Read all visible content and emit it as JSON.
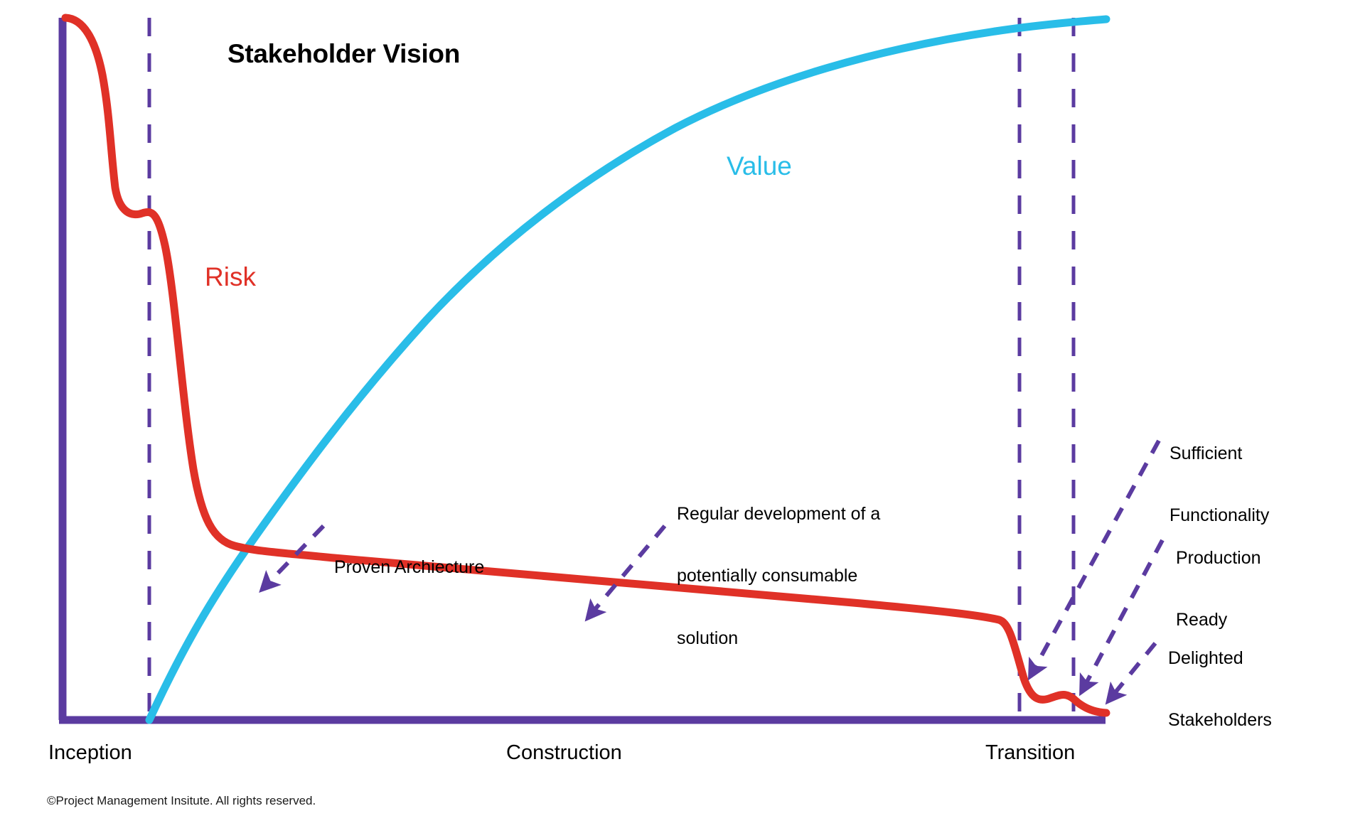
{
  "title": "Stakeholder Vision",
  "copyright": "©Project Management Insitute. All rights reserved.",
  "colors": {
    "risk": "#e03127",
    "value": "#29bde8",
    "axis": "#5b3ba0",
    "annotation": "#5b3ba0",
    "text": "#000000",
    "background": "#ffffff"
  },
  "series_labels": {
    "risk": "Risk",
    "value": "Value"
  },
  "phase_labels": [
    {
      "name": "inception",
      "text": "Inception"
    },
    {
      "name": "construction",
      "text": "Construction"
    },
    {
      "name": "transition",
      "text": "Transition"
    }
  ],
  "annotations": [
    {
      "name": "proven-architecture",
      "lines": [
        "Proven Archiecture"
      ]
    },
    {
      "name": "regular-development",
      "lines": [
        "Regular development of a",
        "potentially consumable",
        "solution"
      ]
    },
    {
      "name": "sufficient-functionality",
      "lines": [
        "Sufficient",
        "Functionality"
      ]
    },
    {
      "name": "production-ready",
      "lines": [
        "Production",
        "Ready"
      ]
    },
    {
      "name": "delighted-stakeholders",
      "lines": [
        "Delighted",
        "Stakeholders"
      ]
    }
  ],
  "chart_data": {
    "type": "line",
    "title": "Stakeholder Vision",
    "xlabel": "",
    "ylabel": "",
    "grid": false,
    "legend": "inline-labels",
    "x_categories": [
      "Inception",
      "Construction",
      "Transition"
    ],
    "axis_ranges": {
      "x": [
        0,
        100
      ],
      "y": [
        0,
        100
      ]
    },
    "phase_boundaries_pct": [
      8.3,
      91.6,
      96.7
    ],
    "series": [
      {
        "name": "Risk",
        "color": "#e03127",
        "points_pct": [
          {
            "x": 0,
            "y": 100
          },
          {
            "x": 2.5,
            "y": 97
          },
          {
            "x": 5,
            "y": 88
          },
          {
            "x": 6.5,
            "y": 76
          },
          {
            "x": 8,
            "y": 74
          },
          {
            "x": 9.5,
            "y": 72
          },
          {
            "x": 11,
            "y": 66
          },
          {
            "x": 13,
            "y": 48
          },
          {
            "x": 15,
            "y": 30
          },
          {
            "x": 17.5,
            "y": 22
          },
          {
            "x": 20,
            "y": 18.5
          },
          {
            "x": 24,
            "y": 17.5
          },
          {
            "x": 40,
            "y": 15.5
          },
          {
            "x": 60,
            "y": 13.5
          },
          {
            "x": 80,
            "y": 11.5
          },
          {
            "x": 87,
            "y": 10.5
          },
          {
            "x": 89.5,
            "y": 7.5
          },
          {
            "x": 92,
            "y": 6
          },
          {
            "x": 94,
            "y": 6.5
          },
          {
            "x": 96,
            "y": 5.5
          },
          {
            "x": 98,
            "y": 3
          },
          {
            "x": 100,
            "y": 2.5
          }
        ]
      },
      {
        "name": "Value",
        "color": "#29bde8",
        "points_pct": [
          {
            "x": 8.3,
            "y": 0
          },
          {
            "x": 15,
            "y": 17
          },
          {
            "x": 22,
            "y": 31
          },
          {
            "x": 30,
            "y": 45
          },
          {
            "x": 40,
            "y": 60
          },
          {
            "x": 50,
            "y": 72
          },
          {
            "x": 60,
            "y": 81
          },
          {
            "x": 70,
            "y": 88
          },
          {
            "x": 80,
            "y": 93.5
          },
          {
            "x": 90,
            "y": 97
          },
          {
            "x": 100,
            "y": 100
          }
        ]
      }
    ],
    "annotations": [
      {
        "label": "Proven Archiecture",
        "target_series": "Risk",
        "target_x_pct": 20
      },
      {
        "label": "Regular development of a potentially consumable solution",
        "target_series": "Risk",
        "target_x_pct": 55
      },
      {
        "label": "Sufficient Functionality",
        "target_series": "Risk",
        "target_x_pct": 91
      },
      {
        "label": "Production Ready",
        "target_series": "Risk",
        "target_x_pct": 95
      },
      {
        "label": "Delighted Stakeholders",
        "target_series": "Risk",
        "target_x_pct": 98
      }
    ]
  }
}
